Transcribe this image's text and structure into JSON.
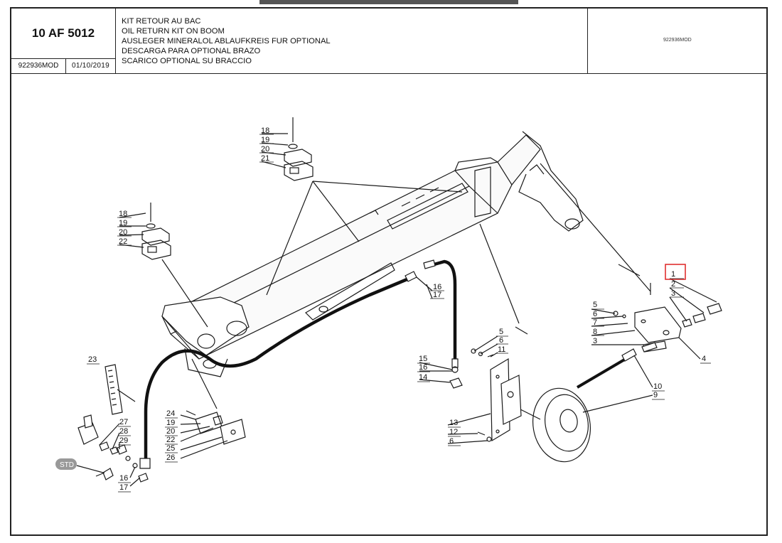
{
  "header": {
    "code": "10 AF 5012",
    "reference": "922936MOD",
    "date": "01/10/2019",
    "titles": [
      "KIT RETOUR AU BAC",
      "OIL RETURN KIT ON BOOM",
      "AUSLEGER MINERALOL ABLAUFKREIS FUR OPTIONAL",
      "DESCARGA PARA OPTIONAL BRAZO",
      "SCARICO OPTIONAL SU BRACCIO"
    ],
    "right_ref": "922936MOD"
  },
  "labels": {
    "g1": [
      "18",
      "19",
      "20",
      "21"
    ],
    "g2": [
      "18",
      "19",
      "20",
      "22"
    ],
    "g3": [
      "16",
      "17"
    ],
    "g4": [
      "1",
      "2",
      "3"
    ],
    "g5": [
      "5",
      "6",
      "7",
      "8",
      "3"
    ],
    "g6": "4",
    "g7": [
      "5",
      "6",
      "11"
    ],
    "g8": [
      "15",
      "16",
      "14"
    ],
    "g9": [
      "10",
      "9"
    ],
    "g10": [
      "13",
      "12",
      "6"
    ],
    "g11": "23",
    "g12": [
      "27",
      "28",
      "29"
    ],
    "g13": [
      "24",
      "19",
      "20",
      "22",
      "25",
      "26"
    ],
    "g14": [
      "16",
      "17"
    ],
    "std": "STD"
  },
  "highlight_color": "#e03030"
}
